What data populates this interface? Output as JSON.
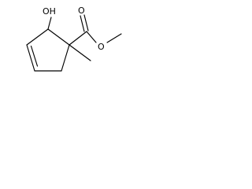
{
  "molecule": {
    "atom_labels": {
      "hydroxyl": "OH",
      "carbonyl_oxygen": "O",
      "ester_oxygen": "O"
    }
  }
}
